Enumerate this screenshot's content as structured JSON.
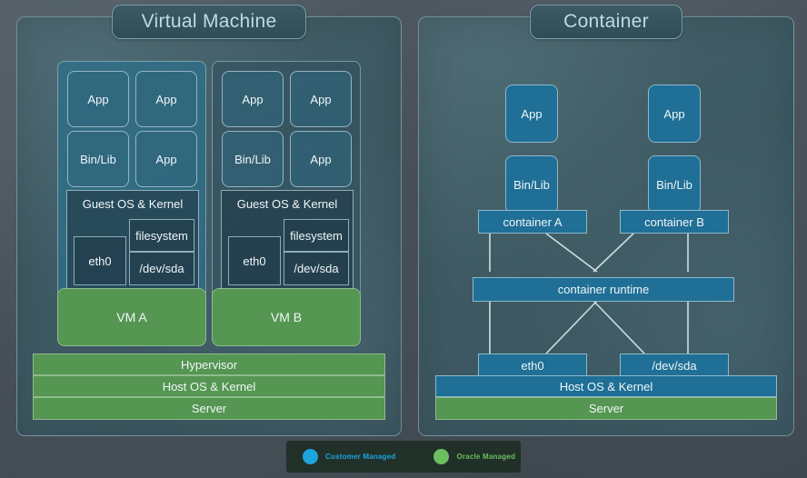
{
  "background": {
    "color": "#46505a"
  },
  "colors": {
    "customer_managed": "#1ca4dd",
    "oracle_managed": "#6cbf5f",
    "panel_fill": "#3e5a63",
    "box_blue": "#1f6f96",
    "box_green": "#559652",
    "title_text": "#b9dce6"
  },
  "vm_panel": {
    "title": "Virtual Machine",
    "columns": [
      {
        "name": "vm-a",
        "highlighted": true,
        "top_boxes": [
          "App",
          "App"
        ],
        "second_boxes": [
          "Bin/Lib",
          "App"
        ],
        "guest_os": {
          "label": "Guest OS & Kernel",
          "nic": "eth0",
          "filesystem": "filesystem",
          "device": "/dev/sda"
        },
        "footer": "VM A"
      },
      {
        "name": "vm-b",
        "highlighted": false,
        "top_boxes": [
          "App",
          "App"
        ],
        "second_boxes": [
          "Bin/Lib",
          "App"
        ],
        "guest_os": {
          "label": "Guest OS & Kernel",
          "nic": "eth0",
          "filesystem": "filesystem",
          "device": "/dev/sda"
        },
        "footer": "VM B"
      }
    ],
    "base_layers": [
      {
        "label": "Hypervisor",
        "owner": "oracle"
      },
      {
        "label": "Host OS & Kernel",
        "owner": "oracle"
      },
      {
        "label": "Server",
        "owner": "oracle"
      }
    ]
  },
  "container_panel": {
    "title": "Container",
    "columns": [
      {
        "name": "container-a",
        "app": "App",
        "binlib": "Bin/Lib",
        "container": "container A"
      },
      {
        "name": "container-b",
        "app": "App",
        "binlib": "Bin/Lib",
        "container": "container B"
      }
    ],
    "runtime": "container runtime",
    "devices": [
      {
        "label": "eth0"
      },
      {
        "label": "/dev/sda"
      }
    ],
    "base_layers": [
      {
        "label": "Host OS & Kernel",
        "owner": "customer"
      },
      {
        "label": "Server",
        "owner": "oracle"
      }
    ]
  },
  "legend": {
    "items": [
      {
        "label": "Customer Managed",
        "color": "#1ca4dd",
        "icon": "circle-icon"
      },
      {
        "label": "Oracle Managed",
        "color": "#6cbf5f",
        "icon": "circle-icon"
      }
    ]
  }
}
